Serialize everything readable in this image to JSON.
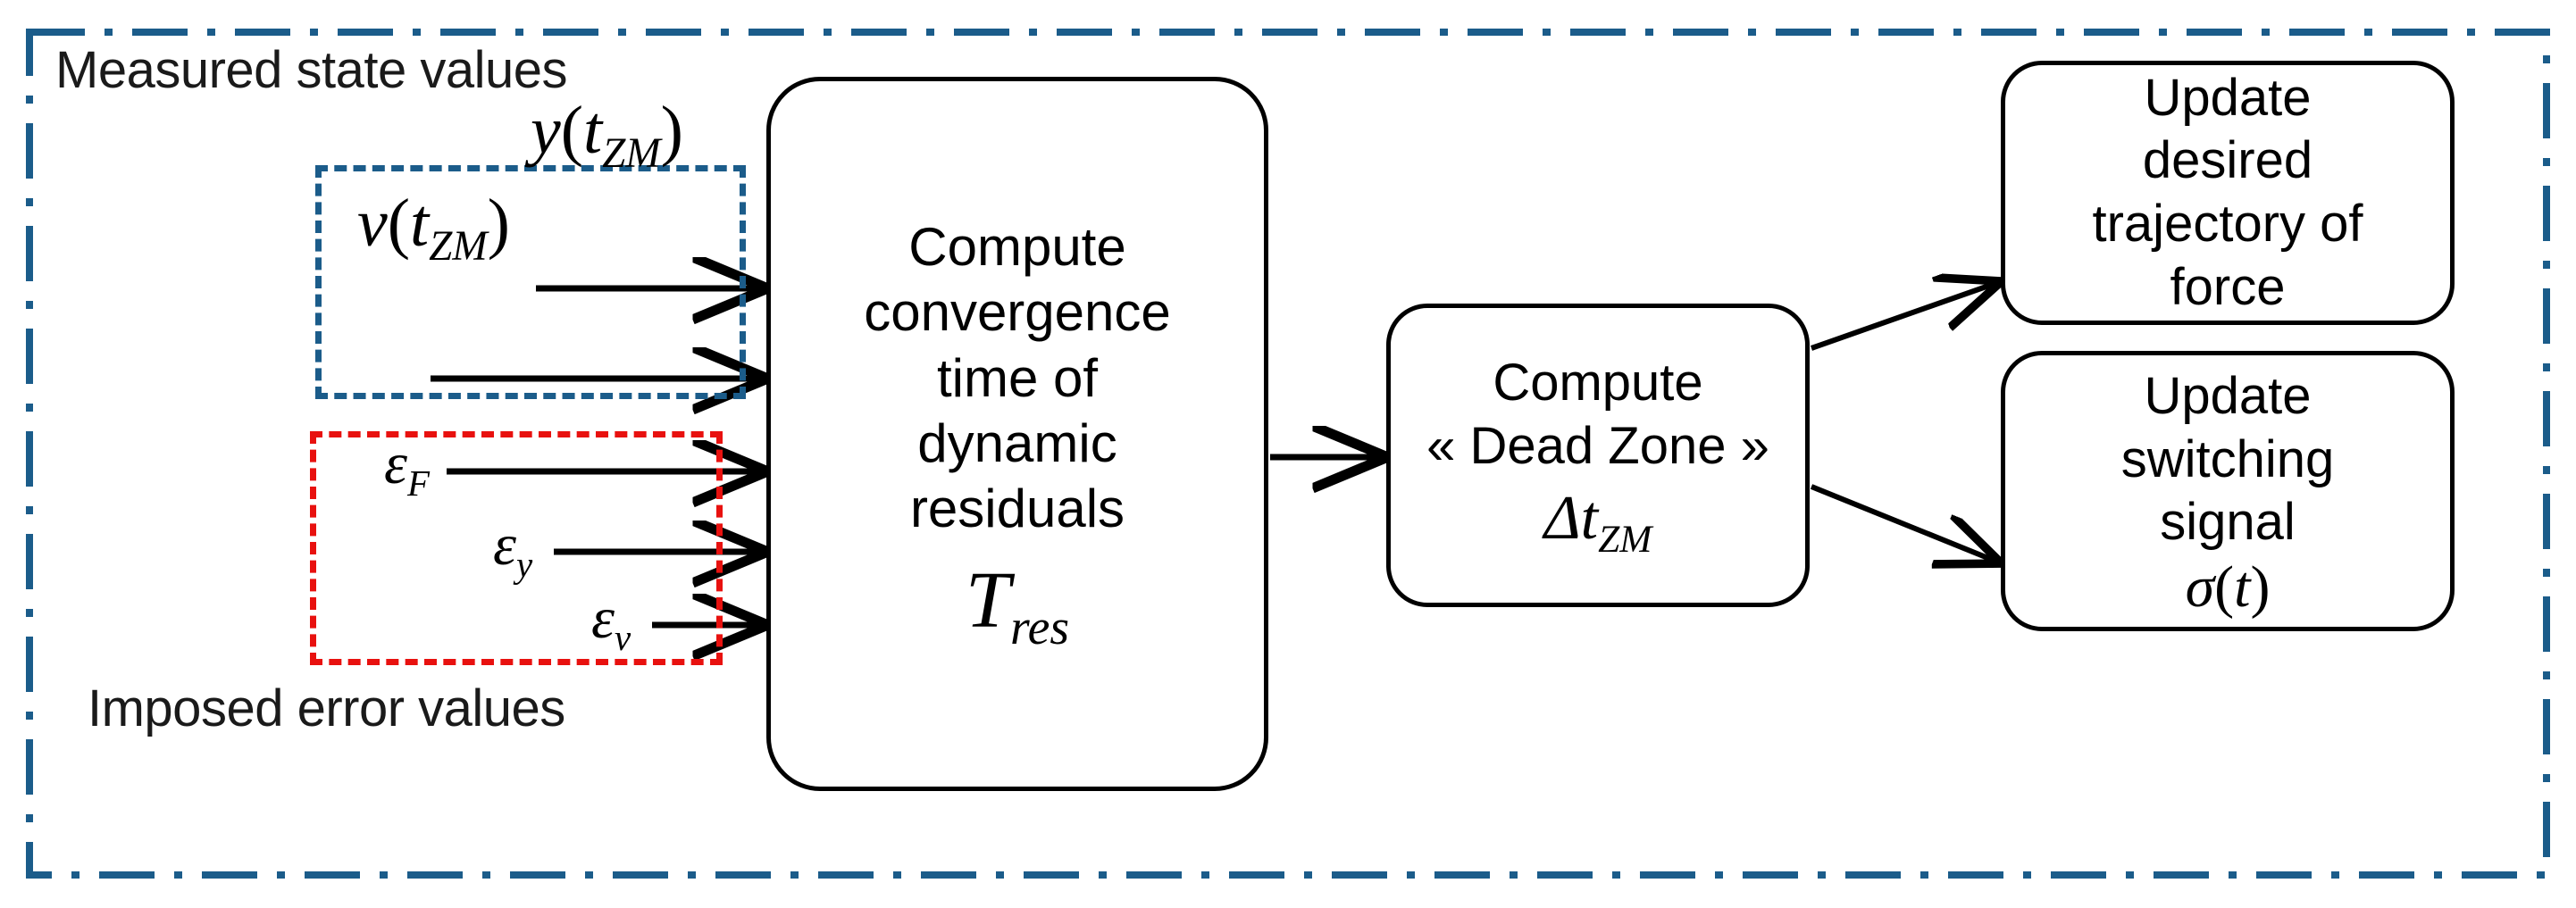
{
  "diagram": {
    "title": "Zero-Motion dead-zone computation block diagram",
    "colors": {
      "outer_frame": "#1b5c8a",
      "measured_group": "#1b5c8a",
      "error_group": "#e8110f",
      "box_border": "#000000",
      "text": "#000000"
    },
    "captions": {
      "measured": "Measured state values",
      "imposed": "Imposed error values"
    },
    "signals": {
      "measured": [
        {
          "name": "y-of-t-zm",
          "base": "y",
          "arg": "t",
          "arg_sub": "ZM"
        },
        {
          "name": "v-of-t-zm",
          "base": "v",
          "arg": "t",
          "arg_sub": "ZM"
        }
      ],
      "errors": [
        {
          "name": "epsilon-F",
          "base": "ε",
          "sub": "F"
        },
        {
          "name": "epsilon-y",
          "base": "ε",
          "sub": "y"
        },
        {
          "name": "epsilon-v",
          "base": "ε",
          "sub": "v"
        }
      ]
    },
    "boxes": {
      "converge": {
        "lines": [
          "Compute",
          "convergence",
          "time of",
          "dynamic",
          "residuals"
        ],
        "symbol_base": "T",
        "symbol_sub": "res"
      },
      "deadzone": {
        "lines": [
          "Compute",
          "« Dead Zone »"
        ],
        "symbol_base": "Δt",
        "symbol_sub": "ZM"
      },
      "trajectory": {
        "lines": [
          "Update",
          "desired",
          "trajectory of",
          "force"
        ]
      },
      "switching": {
        "lines": [
          "Update",
          "switching",
          "signal"
        ],
        "symbol_base": "σ",
        "symbol_arg": "t"
      }
    }
  }
}
